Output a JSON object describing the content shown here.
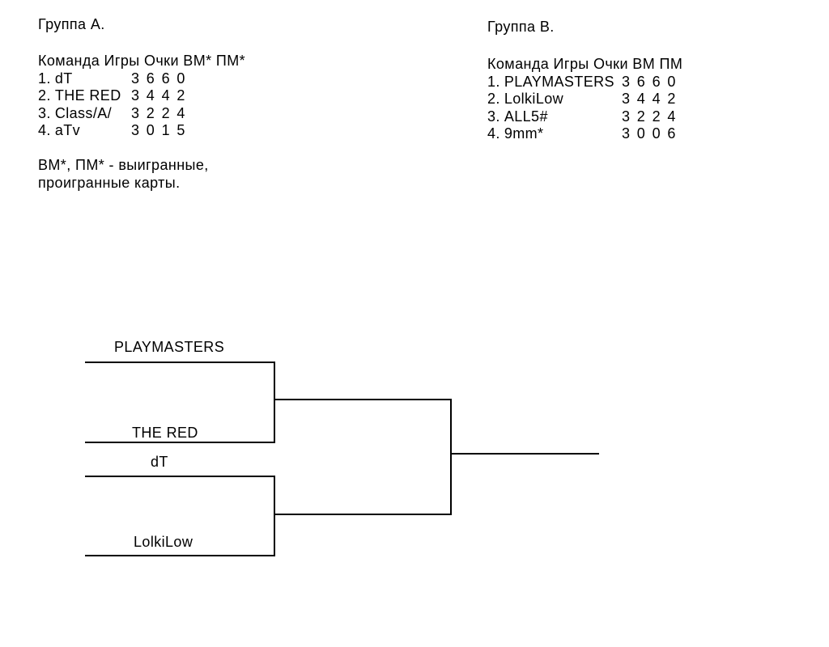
{
  "page": {
    "background_color": "#ffffff",
    "text_color": "#000000"
  },
  "groups": [
    {
      "title": "Группа А.",
      "header": "Команда Игры Очки ВМ* ПМ*",
      "rows": [
        {
          "rank": "1.",
          "team": "dT",
          "stats": "3 6 6 0"
        },
        {
          "rank": "2.",
          "team": "THE RED",
          "stats": "3 4 4 2"
        },
        {
          "rank": "3.",
          "team": "Class/A/",
          "stats": "3 2 2 4"
        },
        {
          "rank": "4.",
          "team": "aTv",
          "stats": "3 0 1 5"
        }
      ]
    },
    {
      "title": "Группа В.",
      "header": "Команда Игры Очки ВМ ПМ",
      "rows": [
        {
          "rank": "1.",
          "team": "PLAYMASTERS",
          "stats": "3 6 6 0"
        },
        {
          "rank": "2.",
          "team": "LolkiLow",
          "stats": "3 4 4 2"
        },
        {
          "rank": "3.",
          "team": "ALL5#",
          "stats": "3 2 2 4"
        },
        {
          "rank": "4.",
          "team": "9mm*",
          "stats": "3 0 0 6"
        }
      ]
    }
  ],
  "footnote": {
    "line1": "ВМ*, ПМ* - выигранные,",
    "line2": "проигранные карты."
  },
  "bracket": {
    "semifinal1": {
      "top": "PLAYMASTERS",
      "bottom": "THE RED"
    },
    "semifinal2": {
      "top": "dT",
      "bottom": "LolkiLow"
    }
  }
}
